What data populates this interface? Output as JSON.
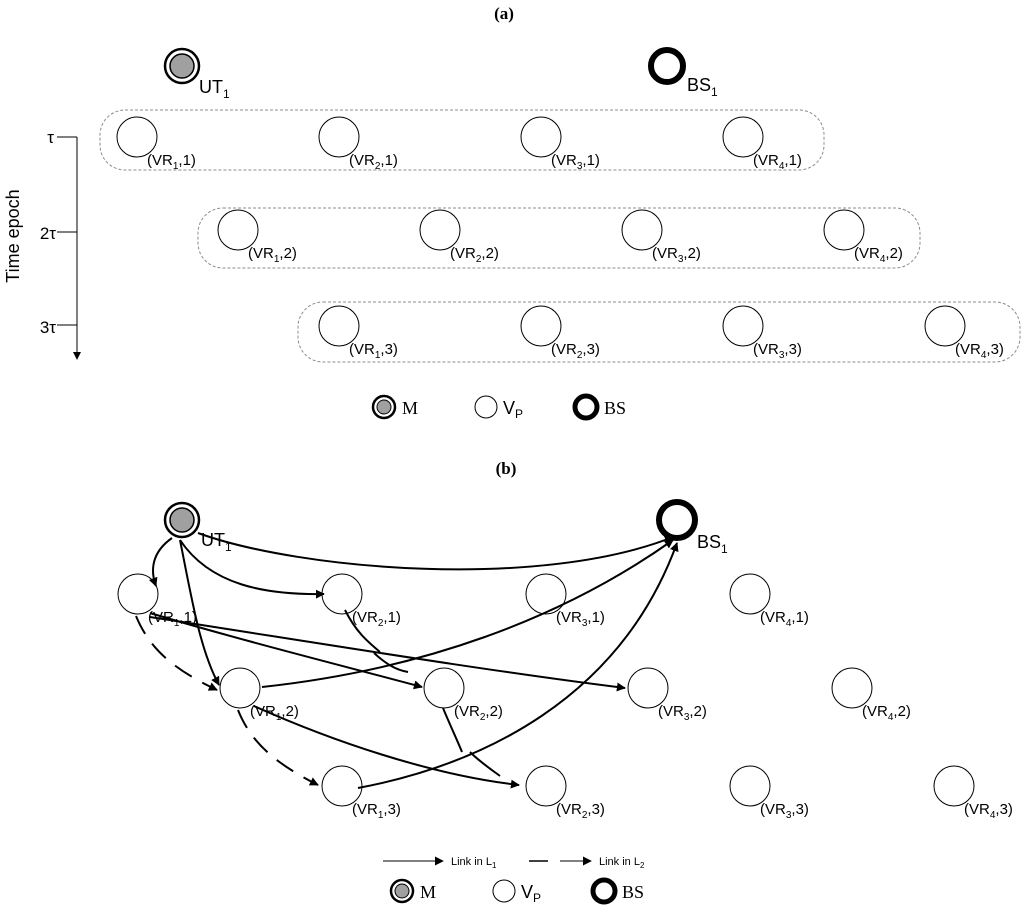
{
  "panel_a": {
    "title": "(a)",
    "ut_label": "UT",
    "ut_sub": "1",
    "bs_label": "BS",
    "bs_sub": "1",
    "axis_label": "Time epoch",
    "ticks": [
      "τ",
      "2τ",
      "3τ"
    ],
    "rows": [
      [
        "(VR1,1)",
        "(VR2,1)",
        "(VR3,1)",
        "(VR4,1)"
      ],
      [
        "(VR1,2)",
        "(VR2,2)",
        "(VR3,2)",
        "(VR4,2)"
      ],
      [
        "(VR1,3)",
        "(VR2,3)",
        "(VR3,3)",
        "(VR4,3)"
      ]
    ]
  },
  "panel_b": {
    "title": "(b)",
    "ut_label": "UT",
    "ut_sub": "1",
    "bs_label": "BS",
    "bs_sub": "1",
    "rows": [
      [
        "(VR1,1)",
        "(VR2,1)",
        "(VR3,1)",
        "(VR4,1)"
      ],
      [
        "(VR1,2)",
        "(VR2,2)",
        "(VR3,2)",
        "(VR4,2)"
      ],
      [
        "(VR1,3)",
        "(VR2,3)",
        "(VR3,3)",
        "(VR4,3)"
      ]
    ],
    "link_legend": {
      "l1": "Link in L",
      "l1_sub": "1",
      "l2": "Link in L",
      "l2_sub": "2"
    }
  },
  "legend": {
    "m": "M",
    "vp": "V",
    "vp_sub": "P",
    "bs": "BS"
  },
  "colors": {
    "mobile_fill": "#a0a0a0",
    "stroke": "#000000",
    "group_border": "#8c8c8c"
  }
}
